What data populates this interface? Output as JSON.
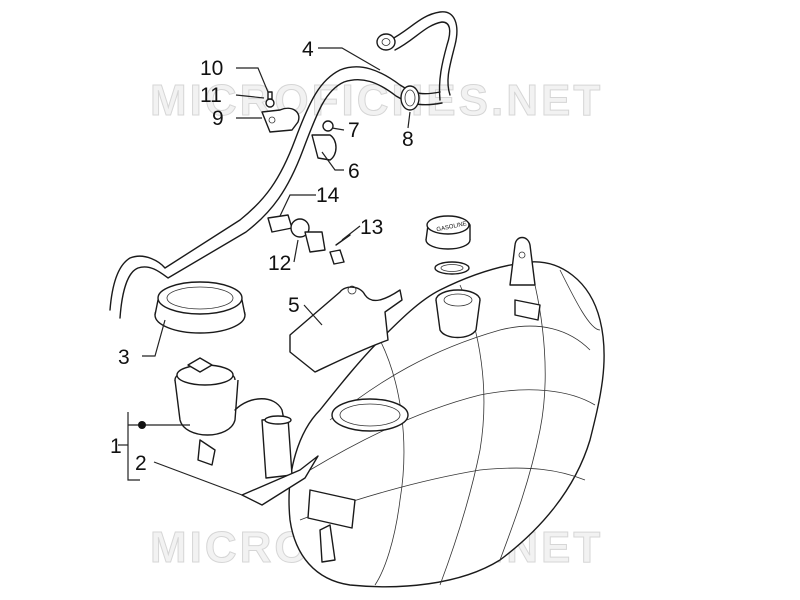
{
  "watermark": "MICROFICHES.NET",
  "labels": {
    "p1": "1",
    "p2": "2",
    "p3": "3",
    "p4": "4",
    "p5": "5",
    "p6": "6",
    "p7": "7",
    "p8": "8",
    "p9": "9",
    "p10": "10",
    "p11": "11",
    "p12": "12",
    "p13": "13",
    "p14": "14"
  },
  "cap_text": "GASOLINE"
}
